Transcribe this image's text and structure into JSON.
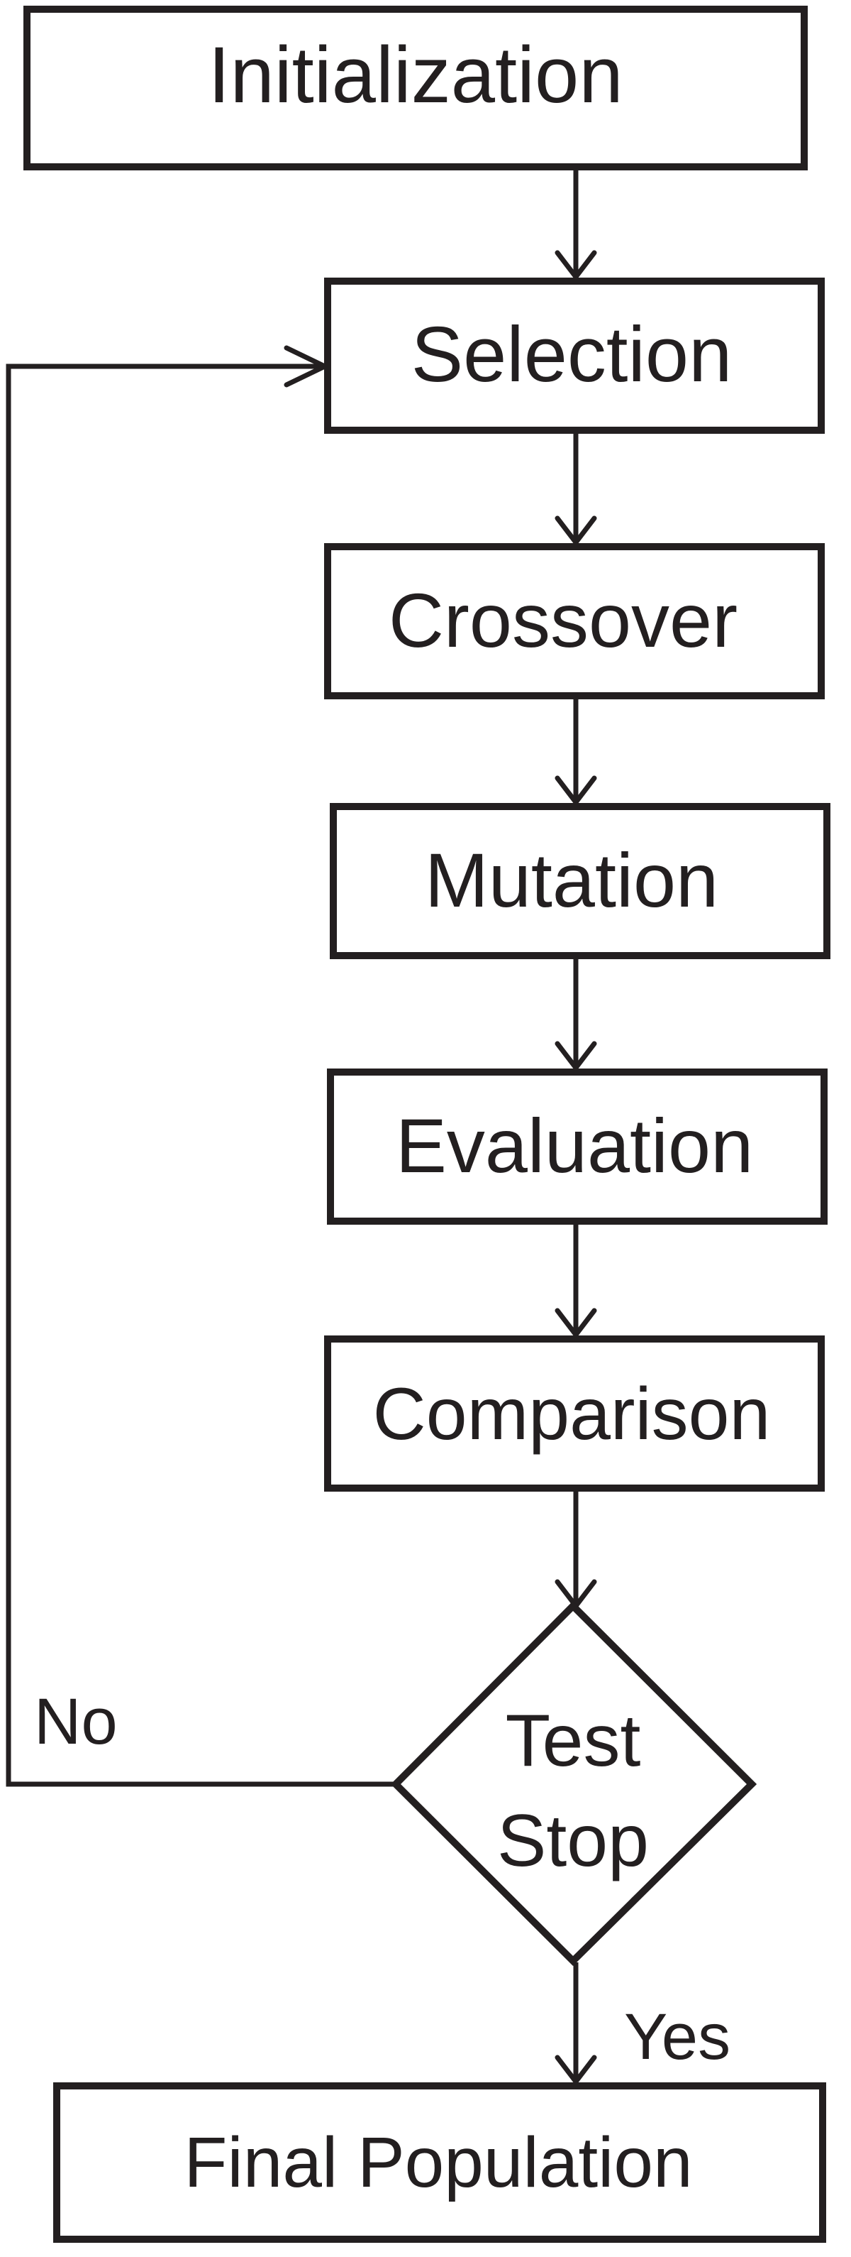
{
  "nodes": {
    "initialization": "Initialization",
    "selection": "Selection",
    "crossover": "Crossover",
    "mutation": "Mutation",
    "evaluation": "Evaluation",
    "comparison": "Comparison",
    "test_stop_line1": "Test",
    "test_stop_line2": "Stop",
    "final_population": "Final Population"
  },
  "edge_labels": {
    "no": "No",
    "yes": "Yes"
  },
  "colors": {
    "stroke": "#231f20",
    "background": "#ffffff"
  }
}
